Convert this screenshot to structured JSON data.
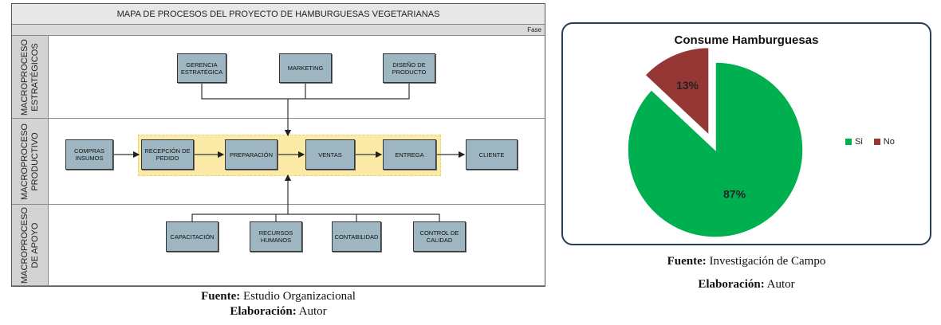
{
  "process_map": {
    "title": "MAPA DE PROCESOS DEL PROYECTO DE HAMBURGUESAS VEGETARIANAS",
    "fase_label": "Fase",
    "lanes": [
      {
        "label": "MACROPROCESO\nESTRATÉGICOS"
      },
      {
        "label": "MACROPROCESO\nPRODUCTIVO"
      },
      {
        "label": "MACROPROCESO\nDE APOYO"
      }
    ],
    "strategic": [
      "GERENCIA\nESTRATÉGICA",
      "MARKETING",
      "DISEÑO DE\nPRODUCTO"
    ],
    "productive": [
      "COMPRAS\nINSUMOS",
      "RECEPCIÓN DE\nPEDIDO",
      "PREPARACIÓN",
      "VENTAS",
      "ENTREGA",
      "CLIENTE"
    ],
    "support": [
      "CAPACITACIÓN",
      "RECURSOS\nHUMANOS",
      "CONTABILIDAD",
      "CONTROL DE\nCALIDAD"
    ],
    "caption_source_label": "Fuente:",
    "caption_source_value": " Estudio Organizacional",
    "caption_author_label": "Elaboración:",
    "caption_author_value": " Autor",
    "colors": {
      "box": "#9db6c1",
      "highlight": "#fbeba6",
      "lane_label": "#d3d3d3"
    }
  },
  "chart_data": {
    "type": "pie",
    "title": "Consume Hamburguesas",
    "slices": [
      {
        "label": "Si",
        "value": 87,
        "data_label": "87%",
        "color": "#00b050"
      },
      {
        "label": "No",
        "value": 13,
        "data_label": "13%",
        "color": "#953735",
        "exploded": true
      }
    ],
    "legend_position": "right"
  },
  "chart_caption": {
    "source_label": "Fuente:",
    "source_value": " Investigación de Campo",
    "author_label": "Elaboración:",
    "author_value": " Autor"
  }
}
